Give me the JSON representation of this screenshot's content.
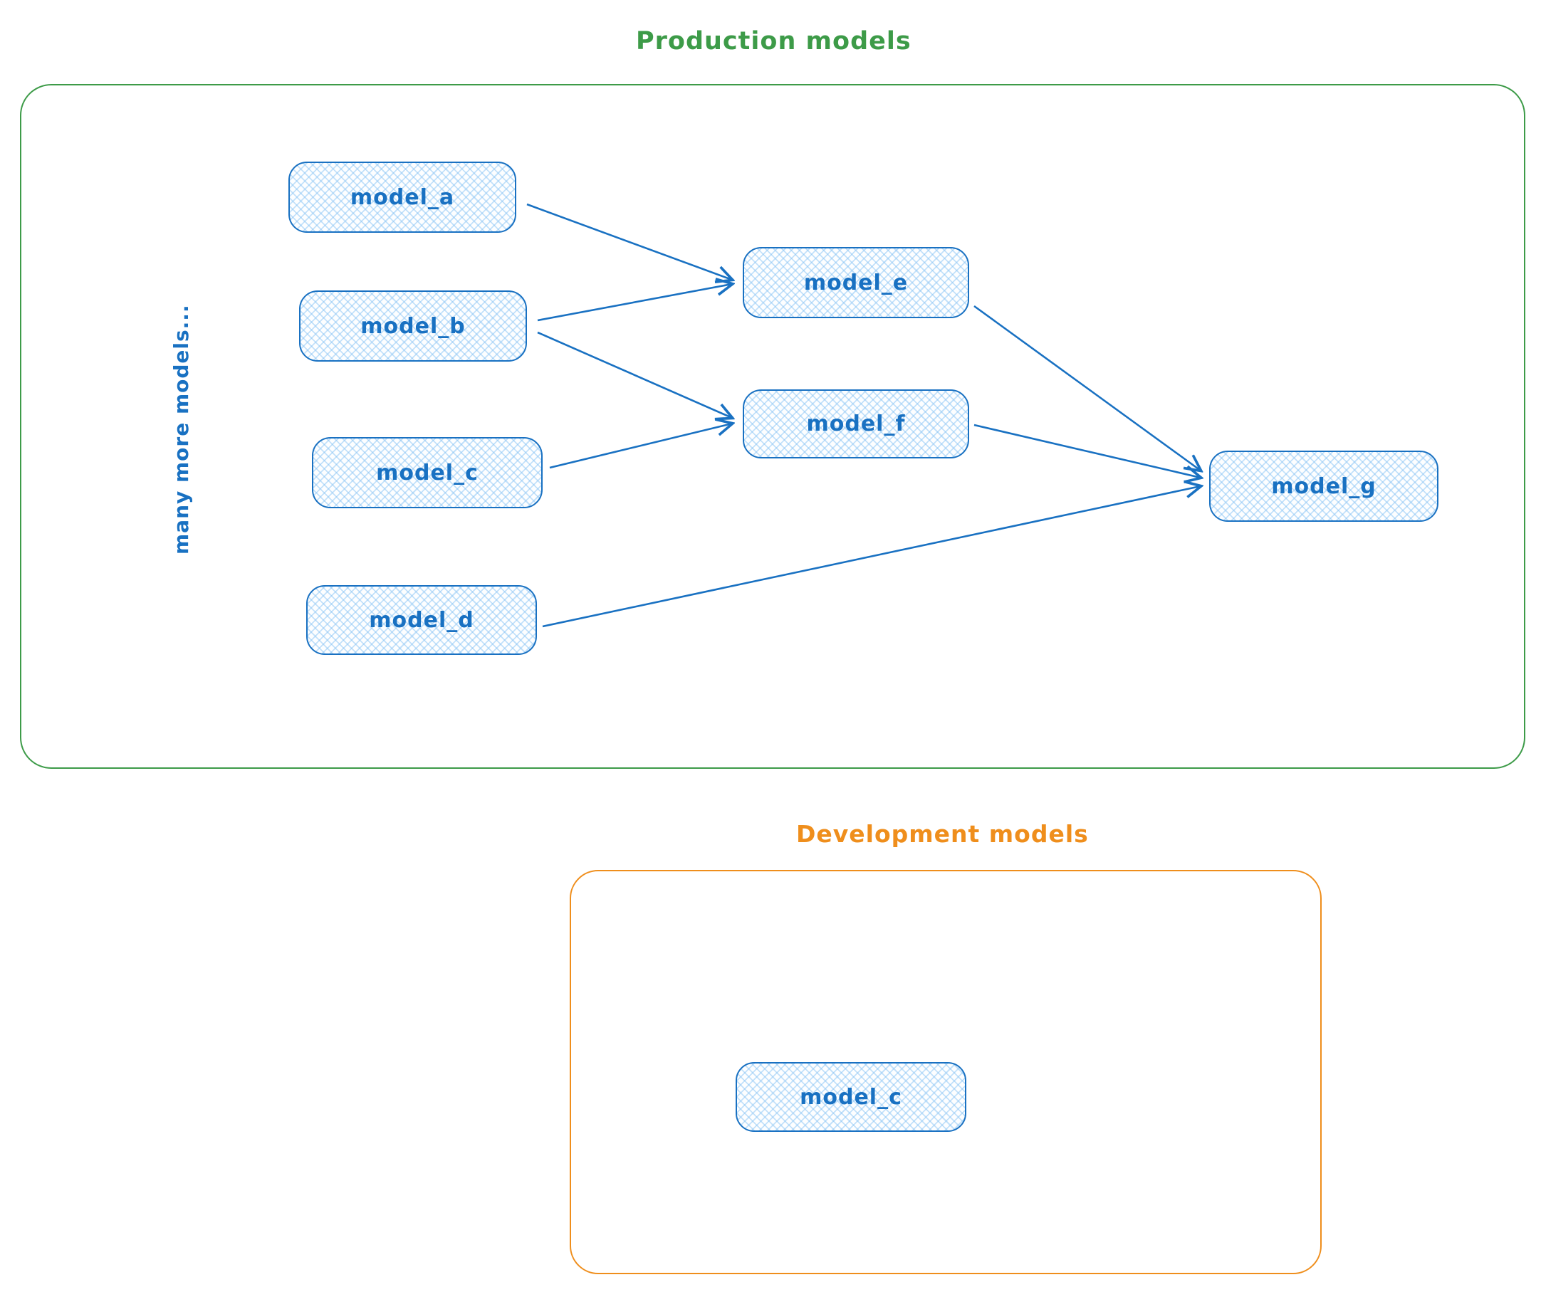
{
  "colors": {
    "production_border": "#3d9b48",
    "development_border": "#ef8e1c",
    "node_border": "#1971c2",
    "node_fill_hatch": "#a5d8ff",
    "node_text": "#1971c2",
    "arrow": "#1971c2"
  },
  "production": {
    "title": "Production models",
    "side_note": "many more models...",
    "nodes": [
      {
        "id": "model_a",
        "label": "model_a"
      },
      {
        "id": "model_b",
        "label": "model_b"
      },
      {
        "id": "model_c",
        "label": "model_c"
      },
      {
        "id": "model_d",
        "label": "model_d"
      },
      {
        "id": "model_e",
        "label": "model_e"
      },
      {
        "id": "model_f",
        "label": "model_f"
      },
      {
        "id": "model_g",
        "label": "model_g"
      }
    ],
    "edges": [
      {
        "from": "model_a",
        "to": "model_e"
      },
      {
        "from": "model_b",
        "to": "model_e"
      },
      {
        "from": "model_b",
        "to": "model_f"
      },
      {
        "from": "model_c",
        "to": "model_f"
      },
      {
        "from": "model_e",
        "to": "model_g"
      },
      {
        "from": "model_f",
        "to": "model_g"
      },
      {
        "from": "model_d",
        "to": "model_g"
      }
    ]
  },
  "development": {
    "title": "Development models",
    "nodes": [
      {
        "id": "model_c_dev",
        "label": "model_c"
      }
    ]
  }
}
